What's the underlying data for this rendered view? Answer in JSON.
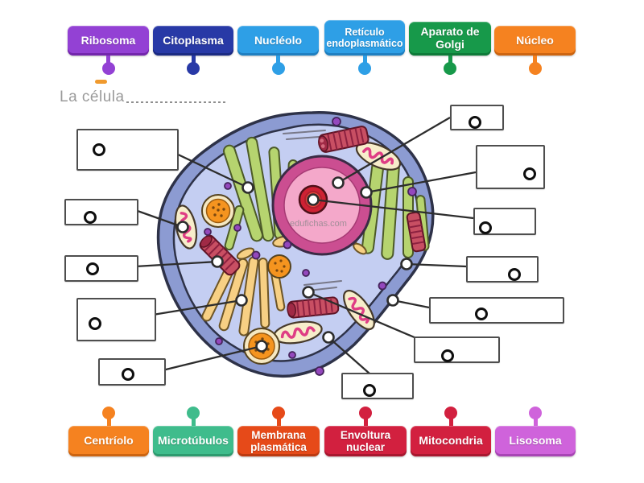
{
  "page": {
    "background": "#ffffff"
  },
  "worksheet": {
    "title": "La célula",
    "watermark": "edufichas.com"
  },
  "top_labels": [
    {
      "label": "Ribosoma",
      "color": "#9341d4",
      "dark": "#7326ab"
    },
    {
      "label": "Citoplasma",
      "color": "#2839a6",
      "dark": "#1b2a82"
    },
    {
      "label": "Nucléolo",
      "color": "#2e9fe6",
      "dark": "#1f7fc0"
    },
    {
      "label": "Retículo endoplasmático",
      "color": "#2e9fe6",
      "dark": "#1f7fc0"
    },
    {
      "label": "Aparato de Golgi",
      "color": "#17994a",
      "dark": "#0e7a38"
    },
    {
      "label": "Núcleo",
      "color": "#f58220",
      "dark": "#cc6410"
    }
  ],
  "bottom_labels": [
    {
      "label": "Centríolo",
      "color": "#f58220",
      "dark": "#cc6410"
    },
    {
      "label": "Microtúbulos",
      "color": "#3fbc8c",
      "dark": "#2d9a6e"
    },
    {
      "label": "Membrana plasmática",
      "color": "#e64a19",
      "dark": "#bc3a10"
    },
    {
      "label": "Envoltura nuclear",
      "color": "#d2203f",
      "dark": "#a8172f"
    },
    {
      "label": "Mitocondria",
      "color": "#d2203f",
      "dark": "#a8172f"
    },
    {
      "label": "Lisosoma",
      "color": "#cf63db",
      "dark": "#a845b5"
    }
  ],
  "drop_targets": {
    "count": 12
  }
}
